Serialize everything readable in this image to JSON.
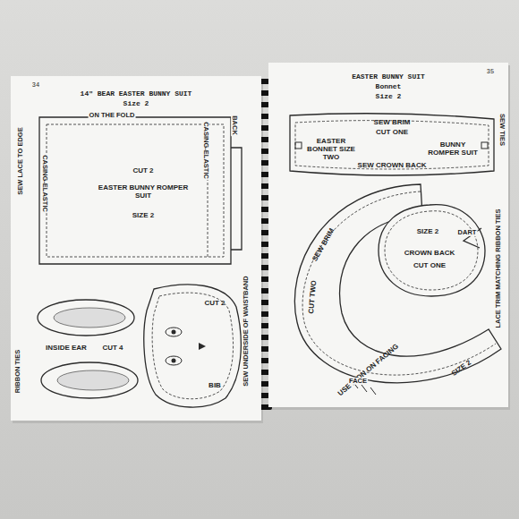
{
  "diagram": {
    "nodes": [
      {
        "text": [
          "14\" BEAR EASTER BUNNY SUIT",
          "Size 2"
        ]
      },
      {
        "text": [
          "CUT 2",
          "EASTER BUNNY ROMPER SUIT",
          "SIZE 2"
        ],
        "in": 0
      },
      {
        "text": [
          "BIB",
          "CUT 2"
        ],
        "in": 0
      },
      {
        "text": [
          "INSIDE EAR",
          "CUT 4"
        ],
        "in": 0
      },
      {
        "text": [
          "EASTER BUNNY SUIT",
          "Bonnet",
          "Size 2"
        ]
      },
      {
        "text": [
          "SEW BRIM",
          "CUT ONE",
          "EASTER BONNET SIZE TWO",
          "BUNNY ROMPER SUIT",
          "SEW CROWN BACK"
        ],
        "in": 4
      },
      {
        "text": [
          "CUT TWO",
          "SEW BRIM",
          "USE IRON ON FACING",
          "SIZE 2"
        ],
        "in": 4
      },
      {
        "text": [
          "SIZE 2",
          "CROWN BACK",
          "CUT ONE"
        ],
        "in": 4
      }
    ],
    "labels": [
      "34",
      "35",
      "ON THE FOLD",
      "CASING-ELASTIC",
      "CASING-ELASTIC",
      "BACK",
      "SEW LACE TO EDGE",
      "SEW UNDERSIDE OF WAISTBAND",
      "RIBBON TIES",
      "SEW TIES",
      "DART",
      "LACE TRIM MATCHING RIBBON TIES",
      "FACE"
    ]
  }
}
